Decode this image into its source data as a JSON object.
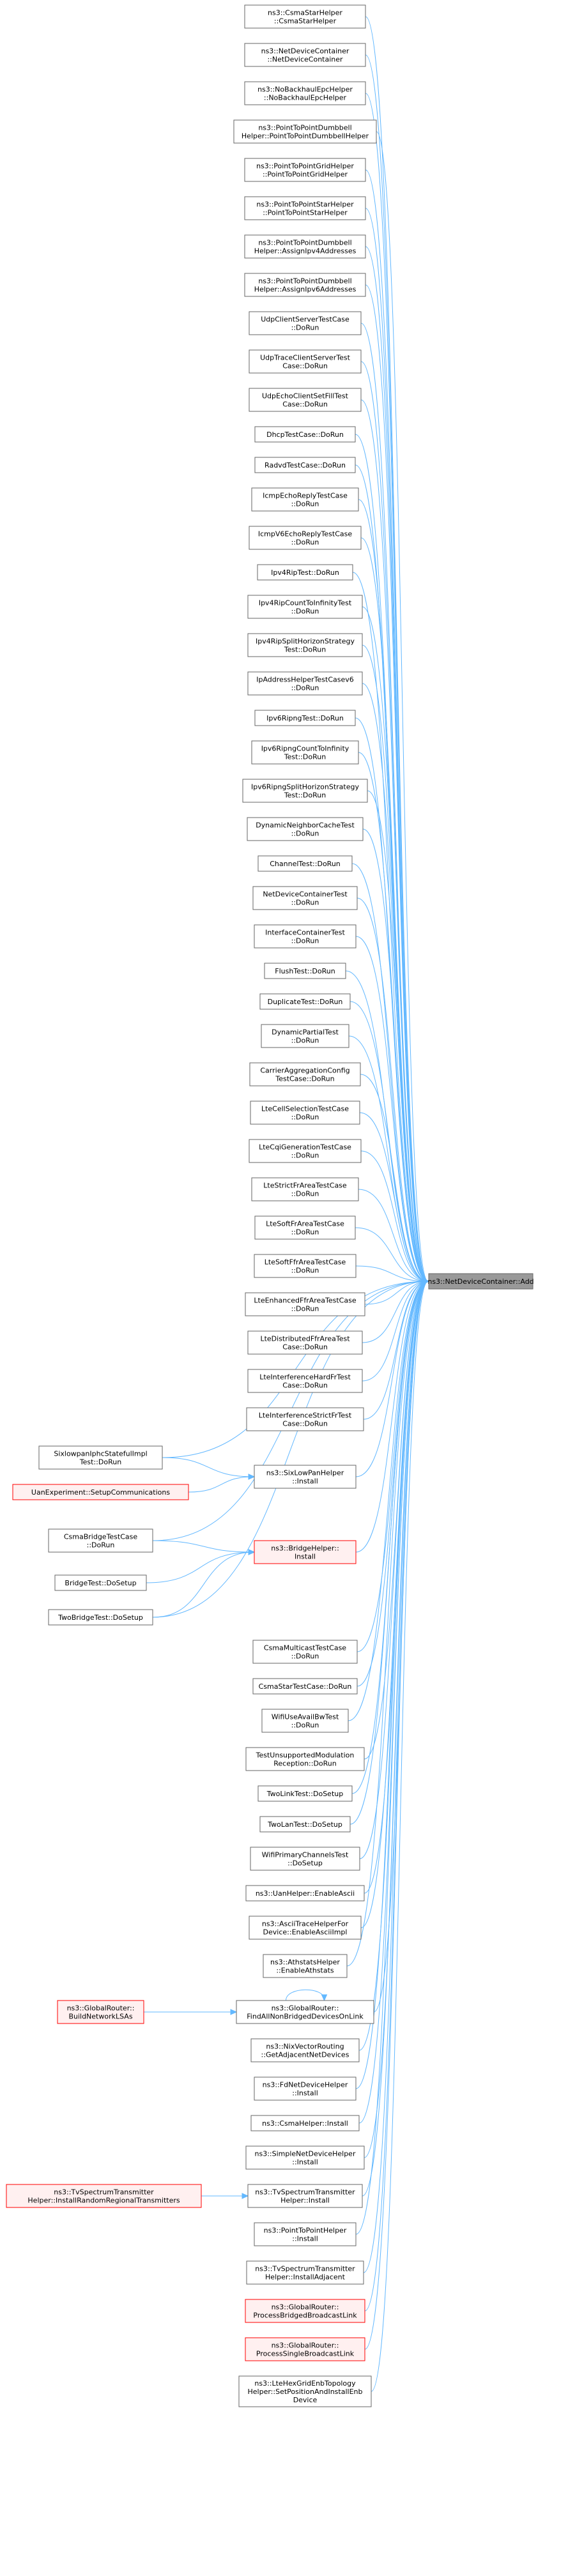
{
  "target": {
    "lines": [
      "ns3::NetDeviceContainer::Add"
    ]
  },
  "nodes": [
    {
      "id": "n1",
      "lines": [
        "ns3::CsmaStarHelper",
        "::CsmaStarHelper"
      ],
      "style": "normal"
    },
    {
      "id": "n2",
      "lines": [
        "ns3::NetDeviceContainer",
        "::NetDeviceContainer"
      ],
      "style": "normal"
    },
    {
      "id": "n3",
      "lines": [
        "ns3::NoBackhaulEpcHelper",
        "::NoBackhaulEpcHelper"
      ],
      "style": "normal"
    },
    {
      "id": "n4",
      "lines": [
        "ns3::PointToPointDumbbell",
        "Helper::PointToPointDumbbellHelper"
      ],
      "style": "normal"
    },
    {
      "id": "n5",
      "lines": [
        "ns3::PointToPointGridHelper",
        "::PointToPointGridHelper"
      ],
      "style": "normal"
    },
    {
      "id": "n6",
      "lines": [
        "ns3::PointToPointStarHelper",
        "::PointToPointStarHelper"
      ],
      "style": "normal"
    },
    {
      "id": "n7",
      "lines": [
        "ns3::PointToPointDumbbell",
        "Helper::AssignIpv4Addresses"
      ],
      "style": "normal"
    },
    {
      "id": "n8",
      "lines": [
        "ns3::PointToPointDumbbell",
        "Helper::AssignIpv6Addresses"
      ],
      "style": "normal"
    },
    {
      "id": "n9",
      "lines": [
        "UdpClientServerTestCase",
        "::DoRun"
      ],
      "style": "normal"
    },
    {
      "id": "n10",
      "lines": [
        "UdpTraceClientServerTest",
        "Case::DoRun"
      ],
      "style": "normal"
    },
    {
      "id": "n11",
      "lines": [
        "UdpEchoClientSetFillTest",
        "Case::DoRun"
      ],
      "style": "normal"
    },
    {
      "id": "n12",
      "lines": [
        "DhcpTestCase::DoRun"
      ],
      "style": "normal"
    },
    {
      "id": "n13",
      "lines": [
        "RadvdTestCase::DoRun"
      ],
      "style": "normal"
    },
    {
      "id": "n14",
      "lines": [
        "IcmpEchoReplyTestCase",
        "::DoRun"
      ],
      "style": "normal"
    },
    {
      "id": "n15",
      "lines": [
        "IcmpV6EchoReplyTestCase",
        "::DoRun"
      ],
      "style": "normal"
    },
    {
      "id": "n16",
      "lines": [
        "Ipv4RipTest::DoRun"
      ],
      "style": "normal"
    },
    {
      "id": "n17",
      "lines": [
        "Ipv4RipCountToInfinityTest",
        "::DoRun"
      ],
      "style": "normal"
    },
    {
      "id": "n18",
      "lines": [
        "Ipv4RipSplitHorizonStrategy",
        "Test::DoRun"
      ],
      "style": "normal"
    },
    {
      "id": "n19",
      "lines": [
        "IpAddressHelperTestCasev6",
        "::DoRun"
      ],
      "style": "normal"
    },
    {
      "id": "n20",
      "lines": [
        "Ipv6RipngTest::DoRun"
      ],
      "style": "normal"
    },
    {
      "id": "n21",
      "lines": [
        "Ipv6RipngCountToInfinity",
        "Test::DoRun"
      ],
      "style": "normal"
    },
    {
      "id": "n22",
      "lines": [
        "Ipv6RipngSplitHorizonStrategy",
        "Test::DoRun"
      ],
      "style": "normal"
    },
    {
      "id": "n23",
      "lines": [
        "DynamicNeighborCacheTest",
        "::DoRun"
      ],
      "style": "normal"
    },
    {
      "id": "n24",
      "lines": [
        "ChannelTest::DoRun"
      ],
      "style": "normal"
    },
    {
      "id": "n25",
      "lines": [
        "NetDeviceContainerTest",
        "::DoRun"
      ],
      "style": "normal"
    },
    {
      "id": "n26",
      "lines": [
        "InterfaceContainerTest",
        "::DoRun"
      ],
      "style": "normal"
    },
    {
      "id": "n27",
      "lines": [
        "FlushTest::DoRun"
      ],
      "style": "normal"
    },
    {
      "id": "n28",
      "lines": [
        "DuplicateTest::DoRun"
      ],
      "style": "normal"
    },
    {
      "id": "n29",
      "lines": [
        "DynamicPartialTest",
        "::DoRun"
      ],
      "style": "normal"
    },
    {
      "id": "n30",
      "lines": [
        "CarrierAggregationConfig",
        "TestCase::DoRun"
      ],
      "style": "normal"
    },
    {
      "id": "n31",
      "lines": [
        "LteCellSelectionTestCase",
        "::DoRun"
      ],
      "style": "normal"
    },
    {
      "id": "n32",
      "lines": [
        "LteCqiGenerationTestCase",
        "::DoRun"
      ],
      "style": "normal"
    },
    {
      "id": "n33",
      "lines": [
        "LteStrictFrAreaTestCase",
        "::DoRun"
      ],
      "style": "normal"
    },
    {
      "id": "n34",
      "lines": [
        "LteSoftFrAreaTestCase",
        "::DoRun"
      ],
      "style": "normal"
    },
    {
      "id": "n35",
      "lines": [
        "LteSoftFfrAreaTestCase",
        "::DoRun"
      ],
      "style": "normal"
    },
    {
      "id": "n36",
      "lines": [
        "LteEnhancedFfrAreaTestCase",
        "::DoRun"
      ],
      "style": "normal"
    },
    {
      "id": "n37",
      "lines": [
        "LteDistributedFfrAreaTest",
        "Case::DoRun"
      ],
      "style": "normal"
    },
    {
      "id": "n38",
      "lines": [
        "LteInterferenceHardFrTest",
        "Case::DoRun"
      ],
      "style": "normal"
    },
    {
      "id": "n39",
      "lines": [
        "LteInterferenceStrictFrTest",
        "Case::DoRun"
      ],
      "style": "normal"
    },
    {
      "id": "n40",
      "lines": [
        "SixlowpanIphcStatefulImpl",
        "Test::DoRun"
      ],
      "style": "normal"
    },
    {
      "id": "n41",
      "lines": [
        "ns3::SixLowPanHelper",
        "::Install"
      ],
      "style": "normal"
    },
    {
      "id": "n42",
      "lines": [
        "UanExperiment::SetupCommunications"
      ],
      "style": "red"
    },
    {
      "id": "n43",
      "lines": [
        "CsmaBridgeTestCase",
        "::DoRun"
      ],
      "style": "normal"
    },
    {
      "id": "n44",
      "lines": [
        "ns3::BridgeHelper::",
        "Install"
      ],
      "style": "red"
    },
    {
      "id": "n45",
      "lines": [
        "BridgeTest::DoSetup"
      ],
      "style": "normal"
    },
    {
      "id": "n46",
      "lines": [
        "TwoBridgeTest::DoSetup"
      ],
      "style": "normal"
    },
    {
      "id": "n47",
      "lines": [
        "CsmaMulticastTestCase",
        "::DoRun"
      ],
      "style": "normal"
    },
    {
      "id": "n48",
      "lines": [
        "CsmaStarTestCase::DoRun"
      ],
      "style": "normal"
    },
    {
      "id": "n49",
      "lines": [
        "WifiUseAvailBwTest",
        "::DoRun"
      ],
      "style": "normal"
    },
    {
      "id": "n50",
      "lines": [
        "TestUnsupportedModulation",
        "Reception::DoRun"
      ],
      "style": "normal"
    },
    {
      "id": "n51",
      "lines": [
        "TwoLinkTest::DoSetup"
      ],
      "style": "normal"
    },
    {
      "id": "n52",
      "lines": [
        "TwoLanTest::DoSetup"
      ],
      "style": "normal"
    },
    {
      "id": "n53",
      "lines": [
        "WifiPrimaryChannelsTest",
        "::DoSetup"
      ],
      "style": "normal"
    },
    {
      "id": "n54",
      "lines": [
        "ns3::UanHelper::EnableAscii"
      ],
      "style": "normal"
    },
    {
      "id": "n55",
      "lines": [
        "ns3::AsciiTraceHelperFor",
        "Device::EnableAsciiImpl"
      ],
      "style": "normal"
    },
    {
      "id": "n56",
      "lines": [
        "ns3::AthstatsHelper",
        "::EnableAthstats"
      ],
      "style": "normal"
    },
    {
      "id": "n57",
      "lines": [
        "ns3::GlobalRouter::",
        "FindAllNonBridgedDevicesOnLink"
      ],
      "style": "normal"
    },
    {
      "id": "n58",
      "lines": [
        "ns3::GlobalRouter::",
        "BuildNetworkLSAs"
      ],
      "style": "red"
    },
    {
      "id": "n59",
      "lines": [
        "ns3::NixVectorRouting",
        "::GetAdjacentNetDevices"
      ],
      "style": "normal"
    },
    {
      "id": "n60",
      "lines": [
        "ns3::FdNetDeviceHelper",
        "::Install"
      ],
      "style": "normal"
    },
    {
      "id": "n61",
      "lines": [
        "ns3::CsmaHelper::Install"
      ],
      "style": "normal"
    },
    {
      "id": "n62",
      "lines": [
        "ns3::SimpleNetDeviceHelper",
        "::Install"
      ],
      "style": "normal"
    },
    {
      "id": "n63",
      "lines": [
        "ns3::TvSpectrumTransmitter",
        "Helper::Install"
      ],
      "style": "normal"
    },
    {
      "id": "n64",
      "lines": [
        "ns3::TvSpectrumTransmitter",
        "Helper::InstallRandomRegionalTransmitters"
      ],
      "style": "red"
    },
    {
      "id": "n65",
      "lines": [
        "ns3::PointToPointHelper",
        "::Install"
      ],
      "style": "normal"
    },
    {
      "id": "n66",
      "lines": [
        "ns3::TvSpectrumTransmitter",
        "Helper::InstallAdjacent"
      ],
      "style": "normal"
    },
    {
      "id": "n67",
      "lines": [
        "ns3::GlobalRouter::",
        "ProcessBridgedBroadcastLink"
      ],
      "style": "red"
    },
    {
      "id": "n68",
      "lines": [
        "ns3::GlobalRouter::",
        "ProcessSingleBroadcastLink"
      ],
      "style": "red"
    },
    {
      "id": "n69",
      "lines": [
        "ns3::LteHexGridEnbTopology",
        "Helper::SetPositionAndInstallEnb",
        "Device"
      ],
      "style": "normal"
    }
  ],
  "edges": [
    [
      "n1",
      "target"
    ],
    [
      "n2",
      "target"
    ],
    [
      "n3",
      "target"
    ],
    [
      "n4",
      "target"
    ],
    [
      "n5",
      "target"
    ],
    [
      "n6",
      "target"
    ],
    [
      "n7",
      "target"
    ],
    [
      "n8",
      "target"
    ],
    [
      "n9",
      "target"
    ],
    [
      "n10",
      "target"
    ],
    [
      "n11",
      "target"
    ],
    [
      "n12",
      "target"
    ],
    [
      "n13",
      "target"
    ],
    [
      "n14",
      "target"
    ],
    [
      "n15",
      "target"
    ],
    [
      "n16",
      "target"
    ],
    [
      "n17",
      "target"
    ],
    [
      "n18",
      "target"
    ],
    [
      "n19",
      "target"
    ],
    [
      "n20",
      "target"
    ],
    [
      "n21",
      "target"
    ],
    [
      "n22",
      "target"
    ],
    [
      "n23",
      "target"
    ],
    [
      "n24",
      "target"
    ],
    [
      "n25",
      "target"
    ],
    [
      "n26",
      "target"
    ],
    [
      "n27",
      "target"
    ],
    [
      "n28",
      "target"
    ],
    [
      "n29",
      "target"
    ],
    [
      "n30",
      "target"
    ],
    [
      "n31",
      "target"
    ],
    [
      "n32",
      "target"
    ],
    [
      "n33",
      "target"
    ],
    [
      "n34",
      "target"
    ],
    [
      "n35",
      "target"
    ],
    [
      "n36",
      "target"
    ],
    [
      "n37",
      "target"
    ],
    [
      "n38",
      "target"
    ],
    [
      "n39",
      "target"
    ],
    [
      "n40",
      "target"
    ],
    [
      "n41",
      "target"
    ],
    [
      "n43",
      "target"
    ],
    [
      "n44",
      "target"
    ],
    [
      "n46",
      "target"
    ],
    [
      "n47",
      "target"
    ],
    [
      "n48",
      "target"
    ],
    [
      "n49",
      "target"
    ],
    [
      "n50",
      "target"
    ],
    [
      "n51",
      "target"
    ],
    [
      "n52",
      "target"
    ],
    [
      "n53",
      "target"
    ],
    [
      "n54",
      "target"
    ],
    [
      "n55",
      "target"
    ],
    [
      "n56",
      "target"
    ],
    [
      "n57",
      "target"
    ],
    [
      "n59",
      "target"
    ],
    [
      "n60",
      "target"
    ],
    [
      "n61",
      "target"
    ],
    [
      "n62",
      "target"
    ],
    [
      "n63",
      "target"
    ],
    [
      "n65",
      "target"
    ],
    [
      "n66",
      "target"
    ],
    [
      "n67",
      "target"
    ],
    [
      "n68",
      "target"
    ],
    [
      "n69",
      "target"
    ],
    [
      "n40",
      "n41"
    ],
    [
      "n42",
      "n41"
    ],
    [
      "n43",
      "n44"
    ],
    [
      "n45",
      "n44"
    ],
    [
      "n46",
      "n44"
    ],
    [
      "n58",
      "n57"
    ],
    [
      "n64",
      "n63"
    ],
    [
      "n57",
      "n57"
    ]
  ]
}
